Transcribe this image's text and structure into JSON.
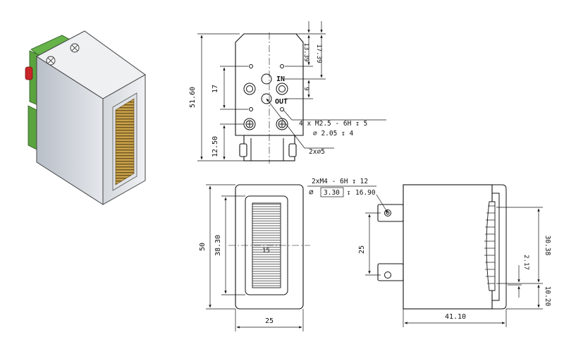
{
  "front_view": {
    "dims": {
      "height_total": "51.60",
      "pitch_vertical": "17",
      "bottom_offset": "12.50",
      "top_hole_a": "13.39",
      "top_hole_b": "17.39",
      "port_gap": "9"
    },
    "labels": {
      "in": "IN",
      "out": "OUT"
    },
    "callouts": {
      "thread_line1": "4 x  M2.5 - 6H ↧ 5",
      "thread_line2": "⌀ 2.05 ↧ 4",
      "holes": "2x⌀5"
    }
  },
  "bottom_view": {
    "dims": {
      "height": "50",
      "window_height": "38.30",
      "width": "25",
      "center_mark": "15"
    }
  },
  "side_view": {
    "callout_line1": "2xM4 - 6H ↧ 12",
    "callout_box": "3.30",
    "callout_rest": "16.90",
    "callout_symbol": "⌀",
    "dims": {
      "spacing": "25",
      "depth": "41.10",
      "window": "30.38",
      "offset_small": "2.17",
      "offset_bottom": "10.20"
    }
  }
}
